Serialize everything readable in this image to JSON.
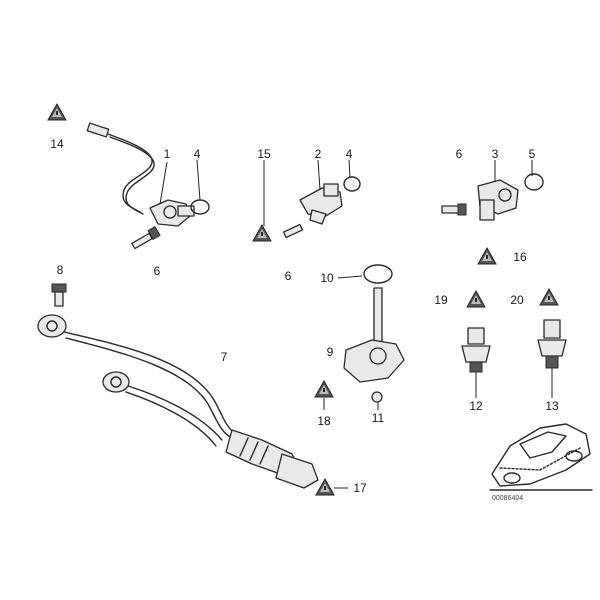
{
  "callouts": [
    {
      "id": "c1",
      "text": "1"
    },
    {
      "id": "c4a",
      "text": "4"
    },
    {
      "id": "c14",
      "text": "14"
    },
    {
      "id": "c6a",
      "text": "6"
    },
    {
      "id": "c15",
      "text": "15"
    },
    {
      "id": "c2",
      "text": "2"
    },
    {
      "id": "c4b",
      "text": "4"
    },
    {
      "id": "c6b",
      "text": "6"
    },
    {
      "id": "c10",
      "text": "10"
    },
    {
      "id": "c9",
      "text": "9"
    },
    {
      "id": "c18",
      "text": "18"
    },
    {
      "id": "c11",
      "text": "11"
    },
    {
      "id": "c6c",
      "text": "6"
    },
    {
      "id": "c3",
      "text": "3"
    },
    {
      "id": "c5",
      "text": "5"
    },
    {
      "id": "c16",
      "text": "16"
    },
    {
      "id": "c19",
      "text": "19"
    },
    {
      "id": "c20",
      "text": "20"
    },
    {
      "id": "c12",
      "text": "12"
    },
    {
      "id": "c13",
      "text": "13"
    },
    {
      "id": "c8",
      "text": "8"
    },
    {
      "id": "c7",
      "text": "7"
    },
    {
      "id": "c17",
      "text": "17"
    }
  ],
  "diagram_code": "00086404",
  "icons": {
    "warning": "warning-triangle-icon",
    "car": "car-silhouette-icon"
  },
  "colors": {
    "line": "#2a2a2a",
    "fill": "#e9e9e9",
    "background": "#ffffff"
  }
}
